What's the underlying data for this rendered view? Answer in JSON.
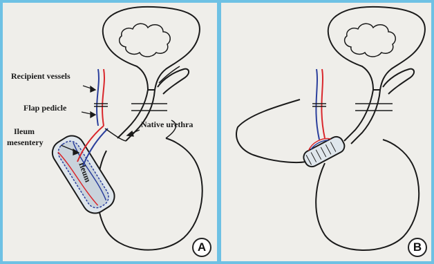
{
  "figure": {
    "panel_a": {
      "letter": "A",
      "labels": {
        "recipient_vessels": "Recipient vessels",
        "flap_pedicle": "Flap pedicle",
        "ileum_1": "Ileum",
        "ileum_2": "mesentery",
        "native_urethra": "Native urethra",
        "ileum_on_flap": "Ileum"
      }
    },
    "panel_b": {
      "letter": "B"
    },
    "colors": {
      "frame": "#6ec1e4",
      "paper": "#efeeea",
      "ink": "#1a1a1a",
      "artery": "#d9262b",
      "vein": "#2b3f9c"
    }
  }
}
